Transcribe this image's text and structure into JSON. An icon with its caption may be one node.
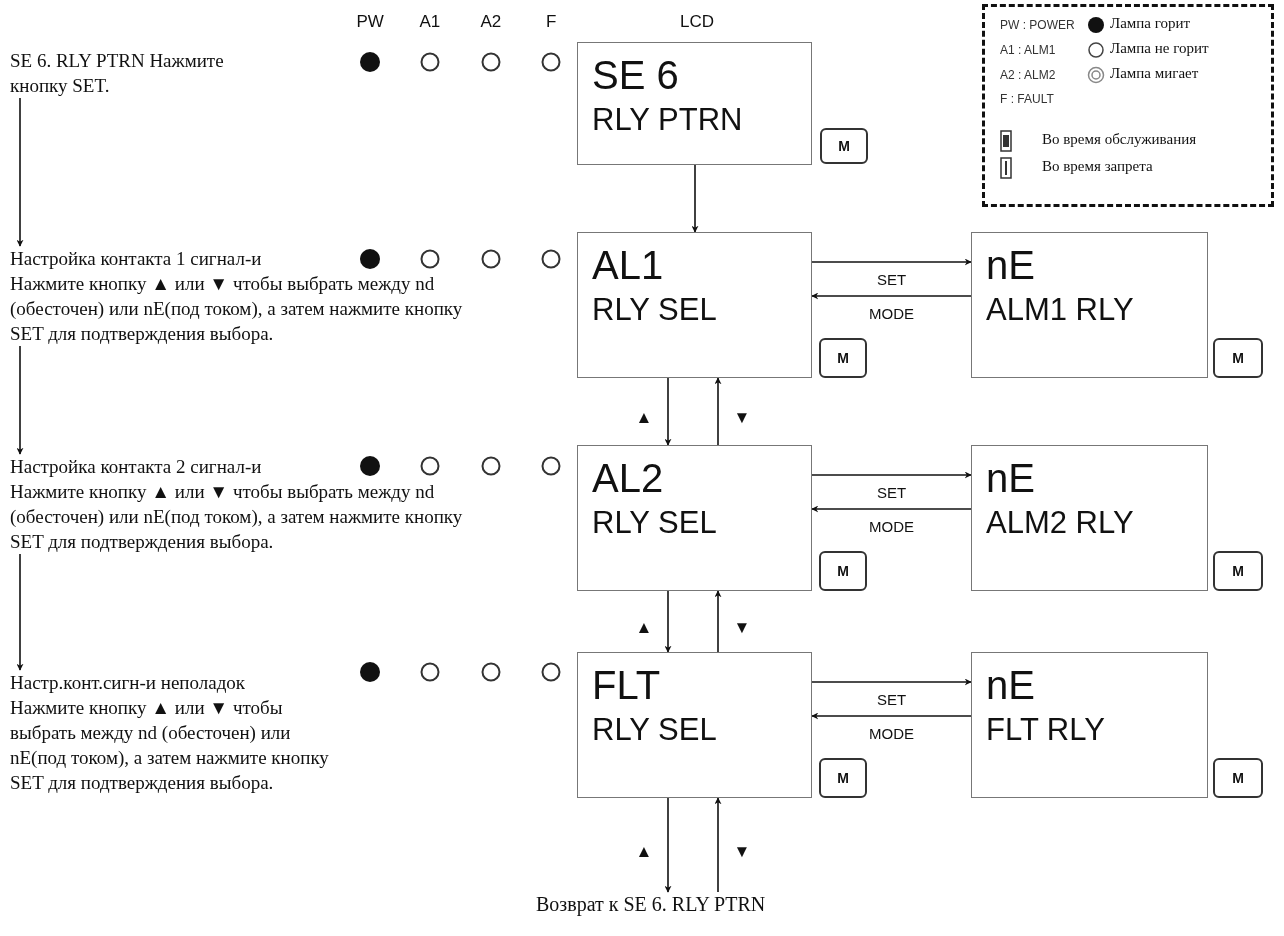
{
  "diagram": {
    "nodes": [
      {
        "text": [
          "SE 6. RLY PTRN Нажмите кнопку SET."
        ]
      },
      {
        "text": [
          "SE 6",
          "RLY PTRN"
        ]
      },
      {
        "text": [
          "M"
        ]
      },
      {
        "text": [
          "Настройка контакта 1 сигнал-и",
          "Нажмите кнопку ▲ или ▼ чтобы выбрать между nd (обесточен) или nE(под током), а затем нажмите кнопку SET для подтверждения выбора."
        ]
      },
      {
        "text": [
          "AL1",
          "RLY SEL"
        ]
      },
      {
        "text": [
          "M"
        ]
      },
      {
        "text": [
          "nE",
          "ALM1 RLY"
        ]
      },
      {
        "text": [
          "M"
        ]
      },
      {
        "text": [
          "Настройка контакта 2 сигнал-и",
          "Нажмите кнопку ▲ или ▼ чтобы выбрать между nd (обесточен) или nE(под током), а затем нажмите кнопку SET для подтверждения выбора."
        ]
      },
      {
        "text": [
          "AL2",
          "RLY SEL"
        ]
      },
      {
        "text": [
          "M"
        ]
      },
      {
        "text": [
          "nE",
          "ALM2 RLY"
        ]
      },
      {
        "text": [
          "M"
        ]
      },
      {
        "text": [
          "Настр.конт.сигн-и неполадок",
          "Нажмите кнопку ▲ или ▼ чтобы выбрать между nd (обесточен) или nE(под током), а затем нажмите кнопку SET для подтверждения выбора."
        ]
      },
      {
        "text": [
          "FLT",
          "RLY SEL"
        ]
      },
      {
        "text": [
          "M"
        ]
      },
      {
        "text": [
          "nE",
          "FLT RLY"
        ]
      },
      {
        "text": [
          "M"
        ]
      },
      {
        "text": [
          "Возврат к SE 6. RLY PTRN"
        ]
      }
    ],
    "edges": [
      {
        "from": 0,
        "to": 3,
        "arrow": "to"
      },
      {
        "from": 3,
        "to": 8,
        "arrow": "to"
      },
      {
        "from": 8,
        "to": 13,
        "arrow": "to"
      },
      {
        "from": 1,
        "to": 4,
        "arrow": "to"
      },
      {
        "from": 4,
        "to": 6,
        "arrow": "to",
        "label": "SET"
      },
      {
        "from": 6,
        "to": 4,
        "arrow": "to",
        "label": "MODE"
      },
      {
        "from": 4,
        "to": 9,
        "arrow": "to",
        "label": "▲"
      },
      {
        "from": 9,
        "to": 4,
        "arrow": "to",
        "label": "▼"
      },
      {
        "from": 9,
        "to": 11,
        "arrow": "to",
        "label": "SET"
      },
      {
        "from": 11,
        "to": 9,
        "arrow": "to",
        "label": "MODE"
      },
      {
        "from": 9,
        "to": 14,
        "arrow": "to",
        "label": "▲"
      },
      {
        "from": 14,
        "to": 9,
        "arrow": "to",
        "label": "▼"
      },
      {
        "from": 14,
        "to": 16,
        "arrow": "to",
        "label": "SET"
      },
      {
        "from": 16,
        "to": 14,
        "arrow": "to",
        "label": "MODE"
      },
      {
        "from": 14,
        "to": 18,
        "arrow": "to",
        "label": "▲"
      },
      {
        "from": 18,
        "to": 14,
        "arrow": "to",
        "label": "▼"
      }
    ],
    "labels": [
      "PW",
      "A1",
      "A2",
      "F",
      "LCD",
      "PW : POWER",
      "A1 : ALM1",
      "A2 : ALM2",
      "F : FAULT"
    ],
    "legend": [
      {
        "text": "Лампа горит"
      },
      {
        "text": "Лампа не горит"
      },
      {
        "text": "Лампа мигает"
      },
      {
        "text": "Во время обслуживания"
      },
      {
        "text": "Во время запрета"
      }
    ]
  }
}
